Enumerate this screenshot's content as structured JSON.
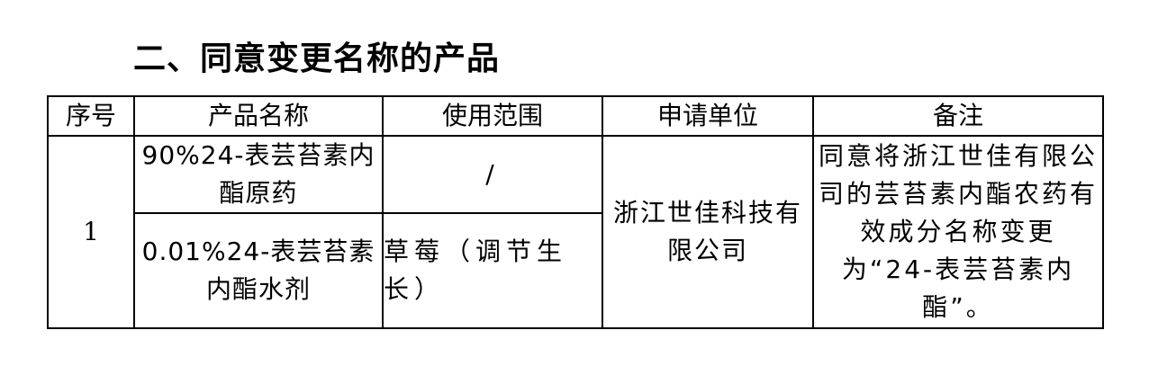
{
  "section_heading": "二、同意变更名称的产品",
  "table": {
    "headers": {
      "seq": "序号",
      "product_name": "产品名称",
      "usage_scope": "使用范围",
      "applicant": "申请单位",
      "remarks": "备注"
    },
    "row": {
      "seq": "1",
      "products": [
        {
          "name": "90%24-表芸苔素内酯原药",
          "usage_scope": "/"
        },
        {
          "name": "0.01%24-表芸苔素内酯水剂",
          "usage_scope": "草莓（调节生长）"
        }
      ],
      "applicant": "浙江世佳科技有限公司",
      "remarks": "同意将浙江世佳有限公司的芸苔素内酯农药有效成分名称变更为“24-表芸苔素内酯”。"
    }
  }
}
